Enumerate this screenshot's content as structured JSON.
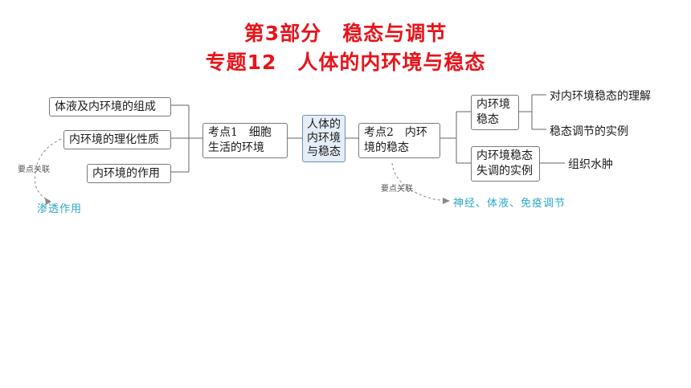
{
  "title": {
    "line1": "第3部分　稳态与调节",
    "line2": "专题12　人体的内环境与稳态"
  },
  "center": {
    "label": "人体的\n内环境\n与稳态"
  },
  "left_branch": {
    "topic": "考点1　细胞\n生活的环境",
    "items": [
      "体液及内环境的组成",
      "内环境的理化性质",
      "内环境的作用"
    ],
    "link_label": "要点关联",
    "link_target": "渗透作用"
  },
  "right_branch": {
    "topic": "考点2　内环\n境的稳态",
    "sub1": {
      "label": "内环境\n稳态",
      "items": [
        "对内环境稳态的理解",
        "稳态调节的实例"
      ]
    },
    "sub2": {
      "label": "内环境稳态\n失调的实例",
      "items": [
        "组织水肿"
      ]
    },
    "link_label": "要点关联",
    "link_target": "神经、体液、免疫调节"
  },
  "colors": {
    "title": "#e8141b",
    "center_fill": "#e4eef8",
    "link_text": "#2aa8c8"
  }
}
